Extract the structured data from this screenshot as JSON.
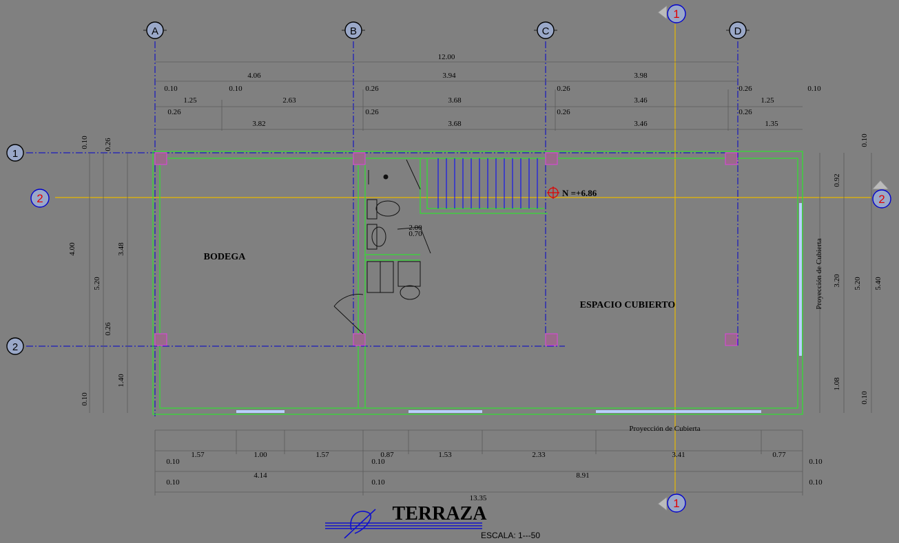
{
  "axes": {
    "A": "A",
    "B": "B",
    "C": "C",
    "D": "D",
    "r1": "1",
    "r2": "2"
  },
  "sections": {
    "s1": "1",
    "s2": "2"
  },
  "rooms": {
    "bodega": "BODEGA",
    "espacio": "ESPACIO CUBIERTO"
  },
  "level": "N =+6.86",
  "proyeccion": "Proyección de Cubierta",
  "title": "TERRAZA",
  "scale": "ESCALA: 1---50",
  "fixture_dims": {
    "a": "2.00",
    "b": "0.70"
  },
  "top_dims": {
    "total": "12.00",
    "d1": "4.06",
    "d2": "3.94",
    "d3": "3.98",
    "r3": [
      "0.10",
      "0.10",
      "0.26",
      "0.26",
      "0.26",
      "0.10"
    ],
    "r4": [
      "1.25",
      "2.63",
      "3.68",
      "3.46",
      "1.25"
    ],
    "r5": [
      "0.26",
      "0.26",
      "0.26",
      "0.26"
    ],
    "r6": [
      "3.82",
      "3.68",
      "3.46",
      "1.35"
    ]
  },
  "left_dims": {
    "a": "0.10",
    "b": "0.26",
    "c": "4.00",
    "d": "5.20",
    "e": "3.48",
    "f": "0.26",
    "g": "1.40",
    "h": "0.10"
  },
  "right_dims": {
    "a": "0.10",
    "b": "0.92",
    "c": "3.20",
    "d": "5.20",
    "e": "5.40",
    "f": "1.08",
    "g": "0.10"
  },
  "bottom_dims": {
    "r1": [
      "1.57",
      "1.00",
      "1.57",
      "0.87",
      "1.53",
      "2.33",
      "3.41",
      "0.77"
    ],
    "r2": [
      "0.10",
      "0.10",
      "0.10"
    ],
    "r3": [
      "4.14",
      "8.91"
    ],
    "r4": [
      "0.10",
      "0.10",
      "0.10"
    ],
    "total": "13.35"
  }
}
